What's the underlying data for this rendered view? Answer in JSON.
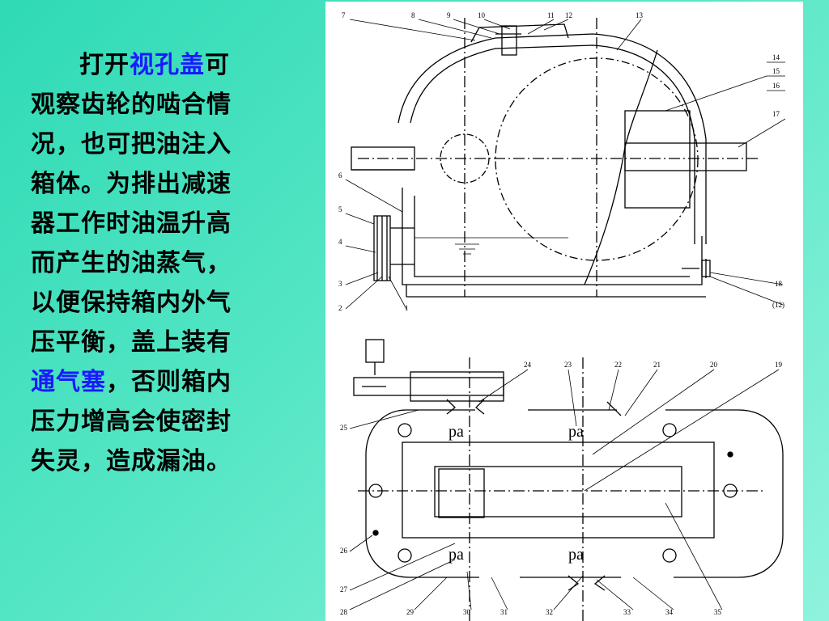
{
  "text": {
    "line1_a": "打开",
    "line1_hl": "视孔盖",
    "line1_b": "可",
    "line2": "观察齿轮的啮合情",
    "line3": "况，也可把油注入",
    "line4": "箱体。为排出减速",
    "line5": "器工作时油温升高",
    "line6": "而产生的油蒸气，",
    "line7": "以便保持箱内外气",
    "line8": "压平衡，盖上装有",
    "line9_hl": "通气塞",
    "line9_b": "，否则箱内",
    "line10": "压力增高会使密封",
    "line11": "失灵，造成漏油。"
  },
  "colors": {
    "highlight": "#1a1aff",
    "background": "#3fe0bd",
    "figure_bg": "#ffffff"
  },
  "figure_labels": {
    "top": [
      "7",
      "8",
      "9",
      "10",
      "11",
      "12",
      "13",
      "14",
      "15",
      "16",
      "17",
      "6",
      "5",
      "4",
      "3",
      "2",
      "1",
      "18",
      "(12)"
    ],
    "bottom": [
      "24",
      "23",
      "22",
      "21",
      "20",
      "19",
      "25",
      "26",
      "27",
      "28",
      "29",
      "30",
      "31",
      "32",
      "33",
      "34",
      "35"
    ]
  }
}
